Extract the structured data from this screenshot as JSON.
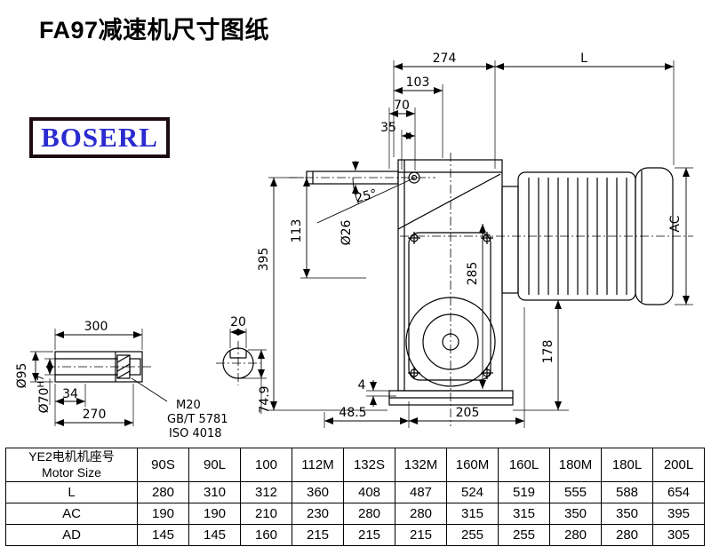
{
  "header": {
    "title": "FA97减速机尺寸图纸",
    "logo": "BOSERL"
  },
  "drawing": {
    "dims": {
      "d274": "274",
      "dL": "L",
      "d103": "103",
      "d70": "70",
      "d35": "35",
      "angle25": "25°",
      "dia26": "Ø26",
      "d113": "113",
      "d395": "395",
      "d285": "285",
      "dAC": "AC",
      "d178": "178",
      "d4": "4",
      "d48_5": "48.5",
      "d205": "205",
      "d300": "300",
      "dia95": "Ø95",
      "dia70": "Ø70",
      "dia70_tol": "H7",
      "d34": "34",
      "d270": "270",
      "m20": "M20",
      "gb": "GB/T 5781",
      "iso": "ISO 4018",
      "d20": "20",
      "d74_9": "74.9"
    }
  },
  "table": {
    "header": {
      "label_line1": "YE2电机机座号",
      "label_line2": "Motor Size",
      "sizes": [
        "90S",
        "90L",
        "100",
        "112M",
        "132S",
        "132M",
        "160M",
        "160L",
        "180M",
        "180L",
        "200L"
      ]
    },
    "rows": [
      {
        "label": "L",
        "values": [
          "280",
          "310",
          "312",
          "360",
          "408",
          "487",
          "524",
          "519",
          "555",
          "588",
          "654"
        ]
      },
      {
        "label": "AC",
        "values": [
          "190",
          "190",
          "210",
          "230",
          "280",
          "280",
          "315",
          "315",
          "350",
          "350",
          "395"
        ]
      },
      {
        "label": "AD",
        "values": [
          "145",
          "145",
          "160",
          "215",
          "215",
          "215",
          "255",
          "255",
          "280",
          "280",
          "305"
        ]
      }
    ]
  }
}
